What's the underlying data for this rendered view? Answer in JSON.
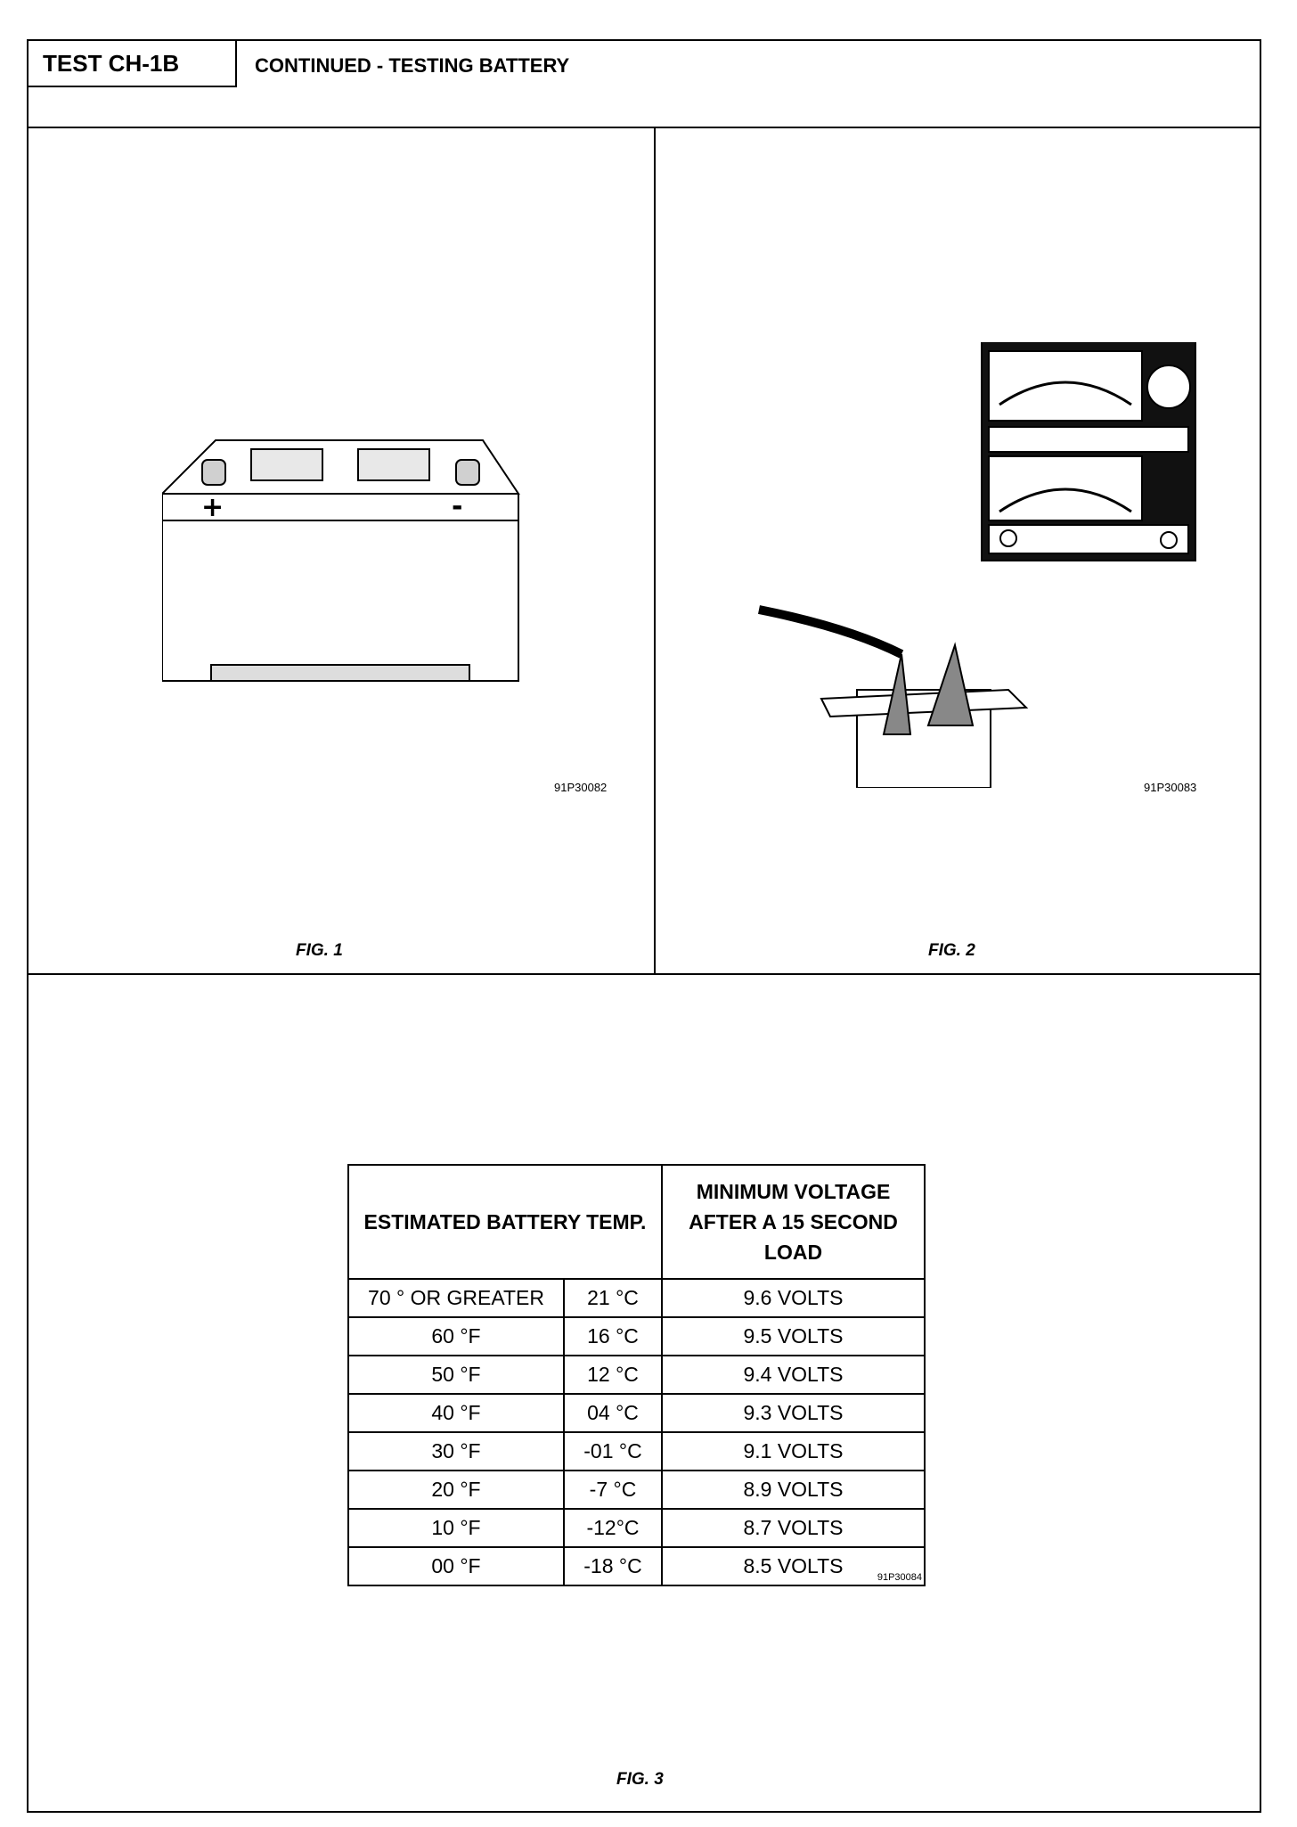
{
  "header": {
    "test_id": "TEST CH-1B",
    "title": "CONTINUED - TESTING BATTERY"
  },
  "fig1": {
    "caption": "FIG. 1",
    "code": "91P30082",
    "plus_sign": "+",
    "minus_sign": "-"
  },
  "fig2": {
    "caption": "FIG. 2",
    "code": "91P30083"
  },
  "fig3": {
    "caption": "FIG. 3",
    "code": "91P30084",
    "col_temp_header": "ESTIMATED BATTERY TEMP.",
    "col_voltage_header": "MINIMUM VOLTAGE AFTER A 15 SECOND LOAD",
    "rows": [
      {
        "f": "70 ° OR GREATER",
        "c": "21 °C",
        "v": "9.6 VOLTS"
      },
      {
        "f": "60 °F",
        "c": "16 °C",
        "v": "9.5 VOLTS"
      },
      {
        "f": "50 °F",
        "c": "12 °C",
        "v": "9.4 VOLTS"
      },
      {
        "f": "40 °F",
        "c": "04 °C",
        "v": "9.3 VOLTS"
      },
      {
        "f": "30 °F",
        "c": "-01 °C",
        "v": "9.1 VOLTS"
      },
      {
        "f": "20 °F",
        "c": "-7 °C",
        "v": "8.9 VOLTS"
      },
      {
        "f": "10 °F",
        "c": "-12°C",
        "v": "8.7 VOLTS"
      },
      {
        "f": "00 °F",
        "c": "-18 °C",
        "v": "8.5 VOLTS"
      }
    ]
  }
}
